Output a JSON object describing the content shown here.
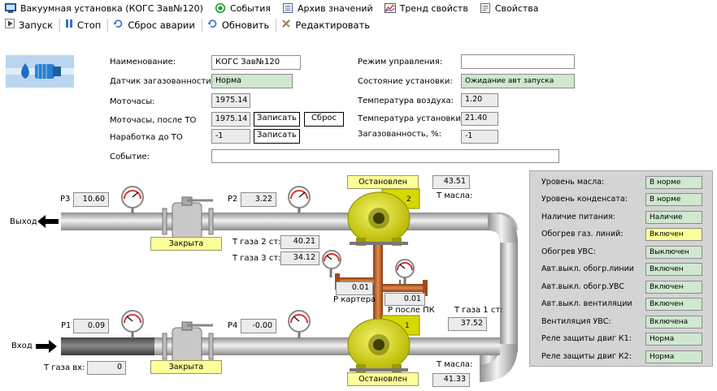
{
  "menu": [
    {
      "label": "Вакуумная установка (КОГС Зав№120)",
      "icon": "monitor-icon"
    },
    {
      "label": "События",
      "icon": "events-circle-icon"
    },
    {
      "label": "Архив значений",
      "icon": "archive-icon"
    },
    {
      "label": "Тренд свойств",
      "icon": "trend-chart-icon"
    },
    {
      "label": "Свойства",
      "icon": "properties-icon"
    }
  ],
  "toolbar": {
    "start": "Запуск",
    "stop": "Стоп",
    "reset_alarm": "Сброс аварии",
    "refresh": "Обновить",
    "edit": "Редактировать"
  },
  "info": {
    "name_label": "Наименование:",
    "name_value": "КОГС Зав№120",
    "gas_sensor_label": "Датчик загазованности",
    "gas_sensor_value": "Норма",
    "motohours_label": "Моточасы:",
    "motohours_value": "1975.14",
    "motohours_after_to_label": "Моточасы, после ТО",
    "motohours_after_to_value": "1975.14",
    "write_button": "Записать",
    "reset_button": "Сброс",
    "hours_to_to_label": "Наработка до ТО",
    "hours_to_to_value": "-1",
    "write_button_2": "Записать",
    "event_label": "Событие:",
    "event_value": "",
    "control_mode_label": "Режим управления:",
    "control_mode_value": "",
    "state_label": "Состояние установки:",
    "state_value": "Ожидание авт запуска",
    "air_temp_label": "Температура воздуха:",
    "air_temp_value": "1.20",
    "unit_temp_label": "Температура установки:",
    "unit_temp_value": "21.40",
    "gas_level_label": "Загазованность, %:",
    "gas_level_value": "-1"
  },
  "scheme": {
    "p3_label": "P3",
    "p3_value": "10.60",
    "p2_label": "P2",
    "p2_value": "3.22",
    "p1_label": "P1",
    "p1_value": "0.09",
    "p4_label": "P4",
    "p4_value": "-0.00",
    "outlet_label": "Выход",
    "inlet_label": "Вход",
    "valve_top_state": "Закрыта",
    "valve_bottom_state": "Закрыта",
    "pump2_state": "Остановлен",
    "pump2_number": "2",
    "pump1_state": "Остановлен",
    "pump1_number": "1",
    "oil_temp_top_value": "43.51",
    "oil_temp_top_label": "Т масла:",
    "oil_temp_bottom_label": "Т масла:",
    "oil_temp_bottom_value": "41.33",
    "gas_temp2_label": "Т газа 2 ст:",
    "gas_temp2_value": "40.21",
    "gas_temp3_label": "Т газа 3 ст:",
    "gas_temp3_value": "34.12",
    "crankcase_value": "0.01",
    "crankcase_label": "P картера",
    "after_pk_value": "0.01",
    "after_pk_label": "P после ПК",
    "gas_temp1_label": "Т газа 1 ст:",
    "gas_temp1_value": "37.52",
    "gas_temp_in_label": "Т газа вх:",
    "gas_temp_in_value": "0"
  },
  "status_panel": [
    {
      "label": "Уровень масла:",
      "value": "В норме",
      "color": "#cfe8cf"
    },
    {
      "label": "Уровень конденсата:",
      "value": "В норме",
      "color": "#cfe8cf"
    },
    {
      "label": "Наличие питания:",
      "value": "Наличие",
      "color": "#cfe8cf"
    },
    {
      "label": "Обогрев газ. линий:",
      "value": "Включен",
      "color": "#ffff99"
    },
    {
      "label": "Обогрев УВС:",
      "value": "Выключен",
      "color": "#cfe8cf"
    },
    {
      "label": "Авт.выкл. обогр.линии",
      "value": "Включен",
      "color": "#cfe8cf"
    },
    {
      "label": "Авт.выкл. обогр.УВС",
      "value": "Включен",
      "color": "#cfe8cf"
    },
    {
      "label": "Авт.выкл. вентиляции",
      "value": "Включен",
      "color": "#cfe8cf"
    },
    {
      "label": "Вентиляция УВС:",
      "value": "Включена",
      "color": "#cfe8cf"
    },
    {
      "label": "Реле защиты двиг К1:",
      "value": "Норма",
      "color": "#cfe8cf"
    },
    {
      "label": "Реле защиты двиг К2:",
      "value": "Норма",
      "color": "#cfe8cf"
    }
  ]
}
